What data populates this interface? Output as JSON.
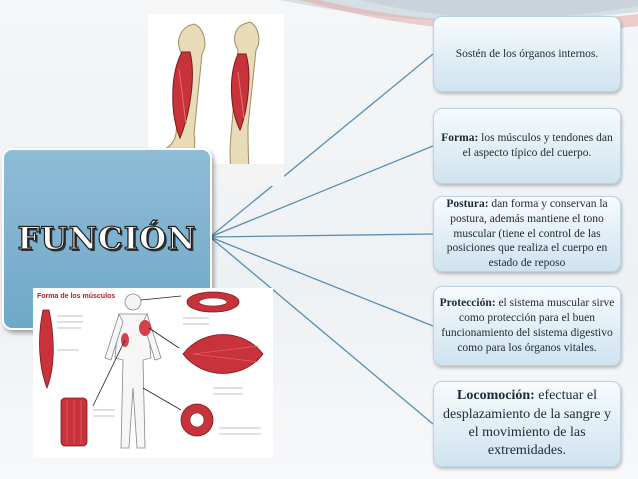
{
  "main": {
    "title": "FUNCIÓN"
  },
  "items": [
    {
      "label": "",
      "text": "Sostén de los órganos internos."
    },
    {
      "label": "Forma:",
      "text": " los músculos y tendones dan el aspecto típico del cuerpo."
    },
    {
      "label": "Postura:",
      "text": " dan forma y conservan la postura, además mantiene el tono muscular (tiene el control de las posiciones que realiza el cuerpo en estado de reposo"
    },
    {
      "label": "Protección:",
      "text": " el sistema muscular sirve como protección para el buen funcionamiento del sistema digestivo como para los órganos vitales."
    },
    {
      "label": "Locomoción:",
      "text": " efectuar el desplazamiento de la sangre y el movimiento de las extremidades."
    }
  ],
  "figure": {
    "title": "Forma de los músculos"
  },
  "colors": {
    "main_box": "#6fa8c8",
    "box_border": "#b9d3e3",
    "line": "#5a8fb0",
    "muscle": "#c8323a"
  }
}
